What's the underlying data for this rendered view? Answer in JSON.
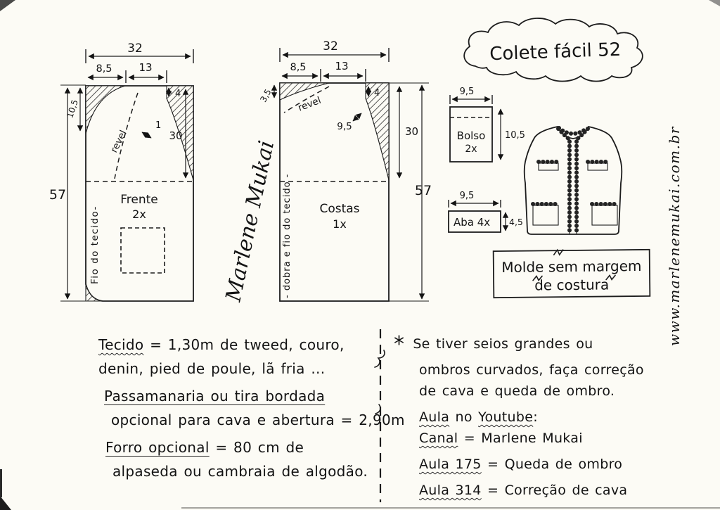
{
  "title": "Colete fácil  52",
  "signature": "Marlene Mukai",
  "website": "www.marlenemukai.com.br",
  "front": {
    "name": "Frente",
    "qty": "2x",
    "grain": "Fio do tecido-",
    "revel": "revel",
    "dim_width": "32",
    "dim_shoulder": "8,5",
    "dim_neck": "13",
    "dim_drop": "4",
    "dim_neck_depth": "10,5",
    "dim_side": "30",
    "dim_length": "57",
    "callout": "1"
  },
  "back": {
    "name": "Costas",
    "qty": "1x",
    "grain": "- dobra  e  fio  do  tecido -",
    "revel": "revel",
    "dim_width": "32",
    "dim_shoulder": "8,5",
    "dim_neck": "13",
    "dim_drop": "4",
    "dim_neck_depth": "3,5",
    "dim_armhole": "9,5",
    "dim_side": "30",
    "dim_length": "57"
  },
  "bolso": {
    "name": "Bolso",
    "qty": "2x",
    "dim_width": "9,5",
    "dim_height": "10,5"
  },
  "aba": {
    "name": "Aba 4x",
    "dim_width": "9,5",
    "dim_height": "4,5"
  },
  "molde_note": {
    "line1": "Molde  sem  margem",
    "line2": "de  costura"
  },
  "notes_left": {
    "l1_head": "Tecido",
    "l1_rest": " = 1,30m   de  tweed,  couro,",
    "l2": "denin,  pied  de  poule,  lã  fria ...",
    "l3": "Passamanaria  ou  tira  bordada",
    "l4": "opcional  para  cava  e  abertura = 2,90m",
    "l5_head": "Forro  opcional",
    "l5_rest": " =  80 cm   de",
    "l6": "alpaseda  ou  cambraia  de  algodão."
  },
  "notes_right": {
    "star": "*",
    "l1": "Se  tiver  seios  grandes  ou",
    "l2": "ombros  curvados,  faça  correção",
    "l3": "de  cava  e  queda  de  ombro.",
    "l4_head": "Aula",
    "l4_mid": "  no  ",
    "l4_head2": "Youtube",
    "l4_end": ":",
    "l5_head": "Canal",
    "l5_rest": " =  Marlene  Mukai",
    "l6_head": "Aula  175",
    "l6_rest": " =  Queda  de  ombro",
    "l7_head": "Aula  314",
    "l7_rest": " =  Correção  de  cava"
  }
}
